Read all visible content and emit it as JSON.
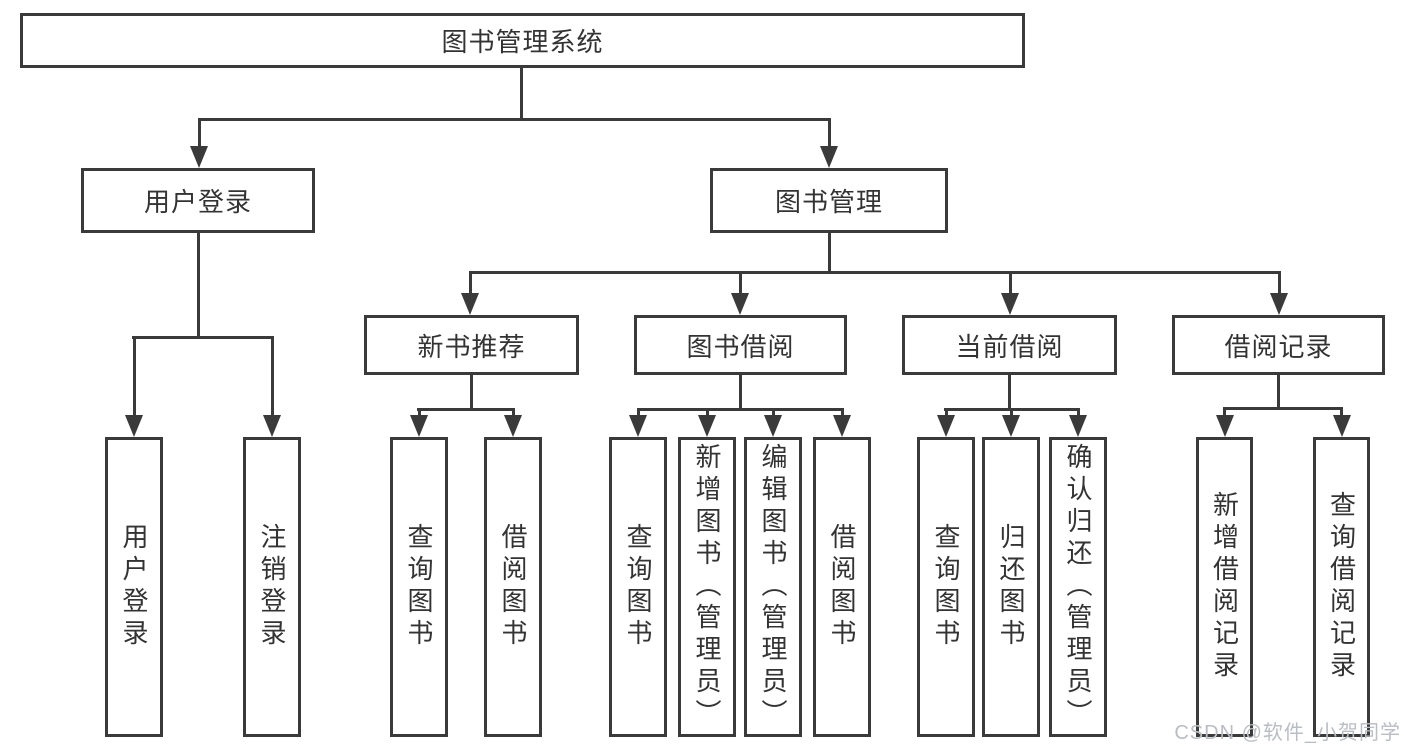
{
  "tree": {
    "label": "图书管理系统",
    "children": [
      {
        "label": "用户登录",
        "children": [
          {
            "label": "用户登录"
          },
          {
            "label": "注销登录"
          }
        ]
      },
      {
        "label": "图书管理",
        "children": [
          {
            "label": "新书推荐",
            "children": [
              {
                "label": "查询图书"
              },
              {
                "label": "借阅图书"
              }
            ]
          },
          {
            "label": "图书借阅",
            "children": [
              {
                "label": "查询图书"
              },
              {
                "label": "新增图书（管理员）"
              },
              {
                "label": "编辑图书（管理员）"
              },
              {
                "label": "借阅图书"
              }
            ]
          },
          {
            "label": "当前借阅",
            "children": [
              {
                "label": "查询图书"
              },
              {
                "label": "归还图书"
              },
              {
                "label": "确认归还（管理员）"
              }
            ]
          },
          {
            "label": "借阅记录",
            "children": [
              {
                "label": "新增借阅记录"
              },
              {
                "label": "查询借阅记录"
              }
            ]
          }
        ]
      }
    ]
  },
  "watermark": {
    "text": "CSDN @软件_小贺同学"
  },
  "colors": {
    "line": "#3a3a3a",
    "text": "#333333",
    "watermark": "#b9bdc4",
    "background": "#ffffff"
  }
}
